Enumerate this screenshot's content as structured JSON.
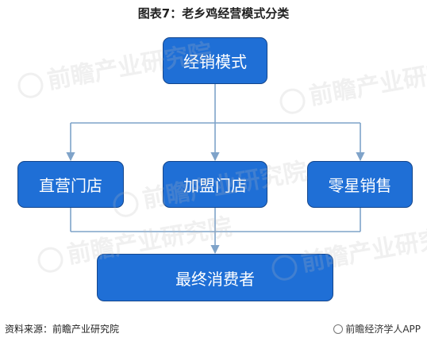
{
  "title": "图表7：老乡鸡经营模式分类",
  "nodes": {
    "mode": "经销模式",
    "direct": "直营门店",
    "franchise": "加盟门店",
    "retail": "零星销售",
    "consumer": "最终消费者"
  },
  "footer": {
    "source": "资料来源：前瞻产业研究院",
    "brand": "前瞻经济学人APP"
  },
  "watermark": {
    "text": "前瞻产业研究院"
  },
  "colors": {
    "box_fill": "#1f6fd6",
    "box_border": "#14468c",
    "connector": "#7fa3c9"
  }
}
